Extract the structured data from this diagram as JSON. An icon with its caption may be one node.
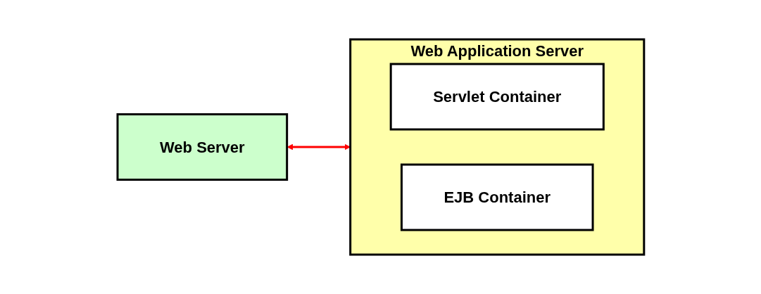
{
  "diagram": {
    "nodes": [
      {
        "text": [
          "Web Server"
        ]
      },
      {
        "text": [
          "Web Application Server"
        ]
      },
      {
        "text": [
          "Servlet Container"
        ],
        "in": 1
      },
      {
        "text": [
          "EJB Container"
        ],
        "in": 1
      }
    ],
    "edges": [
      {
        "from": 0,
        "to": 1,
        "arrow": "both",
        "color": "#ff0000"
      }
    ]
  }
}
